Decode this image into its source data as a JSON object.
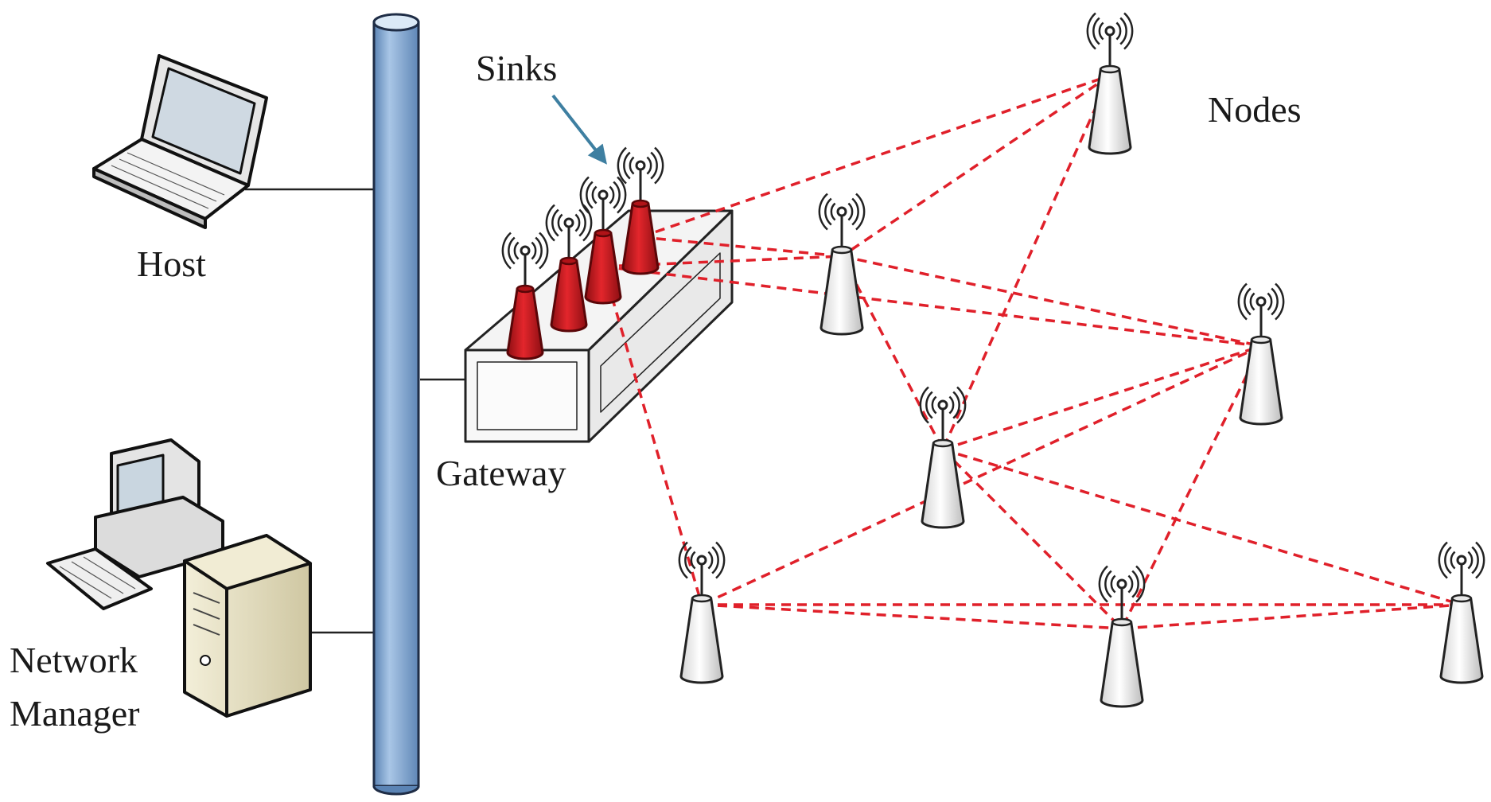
{
  "labels": {
    "host": "Host",
    "network_manager_line1": "Network",
    "network_manager_line2": "Manager",
    "gateway": "Gateway",
    "sinks": "Sinks",
    "nodes": "Nodes"
  },
  "colors": {
    "bus": "#7ba3d1",
    "sink": "#c8171d",
    "link": "#e0202a",
    "pointer_arrow": "#3e7fa1"
  },
  "network": {
    "sinks": [
      "sink-1",
      "sink-2",
      "sink-3",
      "sink-4"
    ],
    "nodes": [
      "node-1",
      "node-2",
      "node-3",
      "node-4",
      "node-5",
      "node-6",
      "node-7",
      "node-8"
    ],
    "links": [
      [
        "sink-4",
        "node-1"
      ],
      [
        "sink-4",
        "node-2"
      ],
      [
        "sink-3",
        "node-2"
      ],
      [
        "sink-3",
        "node-4"
      ],
      [
        "sink-3",
        "node-5"
      ],
      [
        "node-1",
        "node-2"
      ],
      [
        "node-1",
        "node-3"
      ],
      [
        "node-2",
        "node-4"
      ],
      [
        "node-2",
        "node-3"
      ],
      [
        "node-3",
        "node-4"
      ],
      [
        "node-3",
        "node-6"
      ],
      [
        "node-3",
        "node-7"
      ],
      [
        "node-4",
        "node-5"
      ],
      [
        "node-4",
        "node-6"
      ],
      [
        "node-5",
        "node-6"
      ],
      [
        "node-6",
        "node-8"
      ],
      [
        "node-5",
        "node-7"
      ]
    ]
  }
}
